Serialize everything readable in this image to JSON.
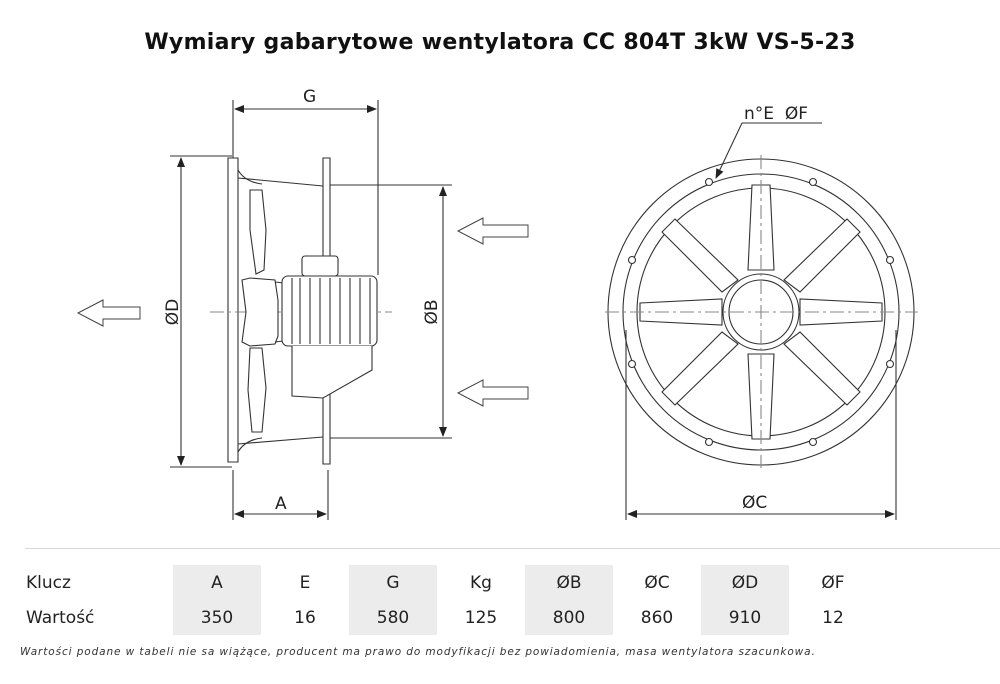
{
  "title": "Wymiary gabarytowe wentylatora CC 804T 3kW VS-5-23",
  "dimension_labels": {
    "G": "G",
    "D": "ØD",
    "B": "ØB",
    "A": "A",
    "C": "ØC",
    "E_F": "n°E  ØF"
  },
  "table": {
    "row_labels": [
      "Klucz",
      "Wartość"
    ],
    "keys": [
      "A",
      "E",
      "G",
      "Kg",
      "ØB",
      "ØC",
      "ØD",
      "ØF"
    ],
    "values": [
      "350",
      "16",
      "580",
      "125",
      "800",
      "860",
      "910",
      "12"
    ]
  },
  "footnote": "Wartości podane w tabeli nie sa wiążące, producent ma prawo do modyfikacji bez powiadomienia, masa wentylatora szacunkowa."
}
